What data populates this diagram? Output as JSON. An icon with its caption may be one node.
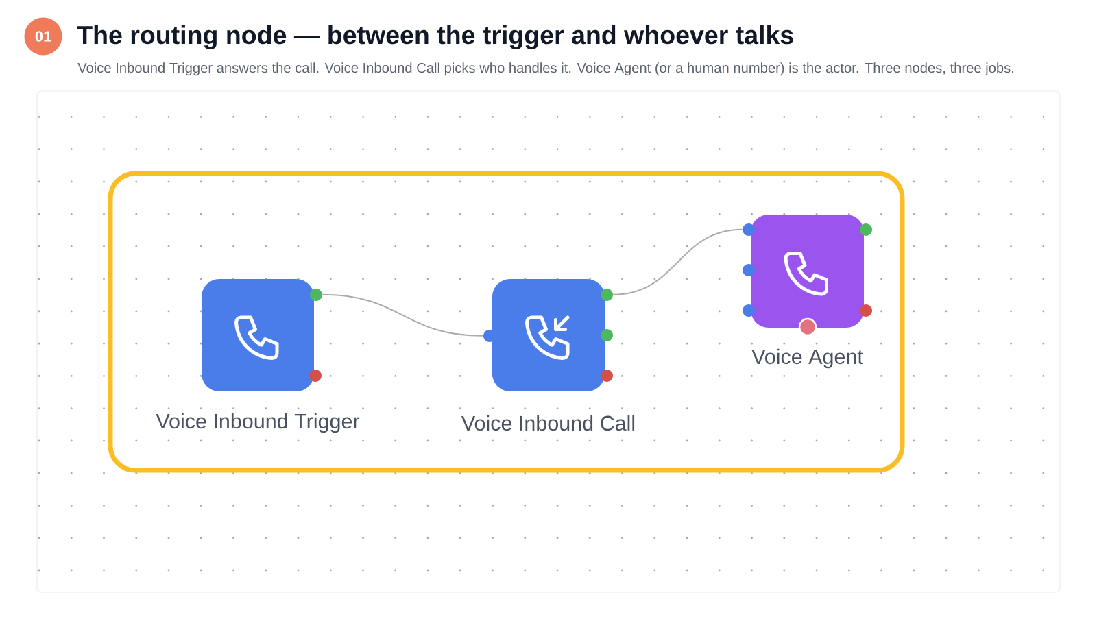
{
  "diagram": {
    "title": "The routing node — between the trigger and whoever talks",
    "caption": "Voice Inbound Trigger answers the call. Voice Inbound Call picks who handles it. Voice Agent (or a human number) is the actor. Three nodes, three jobs.",
    "nodes": [
      {
        "text": [],
        "shape": "box"
      },
      {
        "text": [
          "Voice Inbound Trigger"
        ],
        "in": 0
      },
      {
        "text": [
          "Voice Inbound Call"
        ],
        "in": 0
      },
      {
        "text": [
          "Voice Agent"
        ],
        "in": 0
      }
    ],
    "edges": [
      {
        "from": 1,
        "to": 2,
        "arrow": "none"
      },
      {
        "from": 2,
        "to": 3,
        "arrow": "none"
      }
    ],
    "labels": [
      "01"
    ]
  }
}
